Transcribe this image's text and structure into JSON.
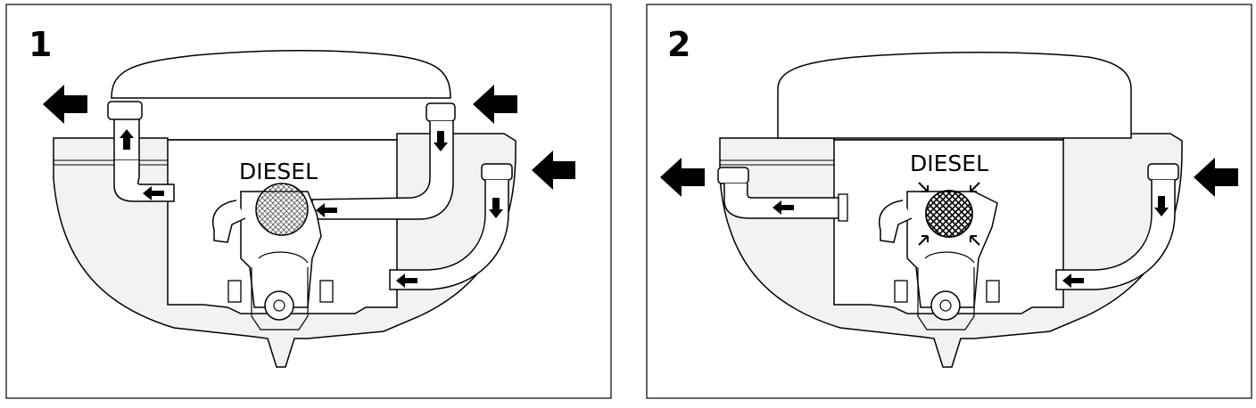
{
  "panels": [
    {
      "number": "1",
      "engine_label": "DIESEL"
    },
    {
      "number": "2",
      "engine_label": "DIESEL"
    }
  ],
  "colors": {
    "line": "#000000",
    "tank_fill": "#f2f2f2",
    "body_fill": "#ffffff",
    "arrow": "#000000"
  }
}
